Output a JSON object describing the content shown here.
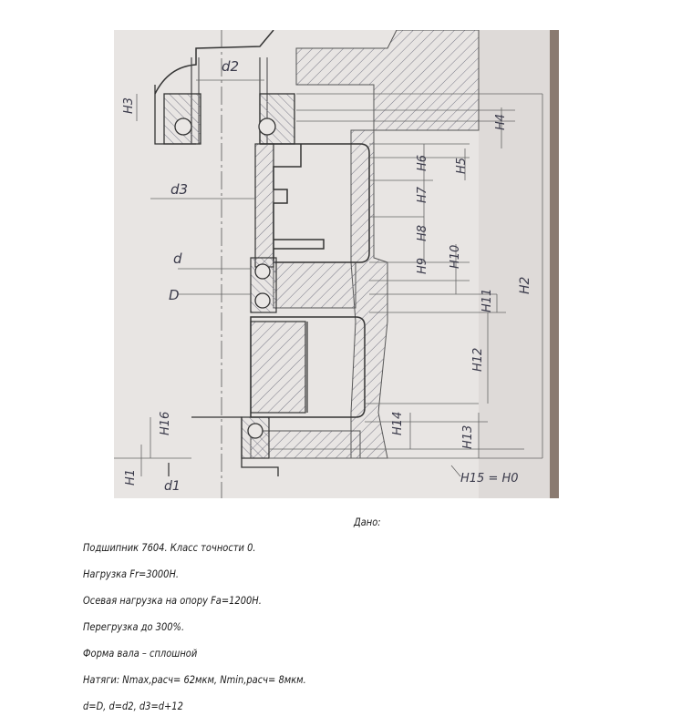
{
  "drawing": {
    "labels": {
      "d2": "d2",
      "H3": "H3",
      "H4": "H4",
      "H5": "H5",
      "H6": "H6",
      "H7": "H7",
      "H8": "H8",
      "H9": "H9",
      "H10": "H10",
      "H11": "H11",
      "H12": "H12",
      "H13": "H13",
      "H14": "H14",
      "H16": "H16",
      "H1": "H1",
      "H2": "H2",
      "d3": "d3",
      "d": "d",
      "D": "D",
      "d1": "d1",
      "H15": "H15 = H0"
    }
  },
  "given": {
    "title": "Дано:",
    "lines": [
      "Подшипник 7604. Класс точности 0.",
      "Нагрузка Fr=3000Н.",
      "Осевая нагрузка на опору Fa=1200Н.",
      "Перегрузка до 300%.",
      "Форма вала – сплошной",
      "Натяги: Nmax,расч= 62мкм, Nmin,расч= 8мкм.",
      "d=D, d=d2, d3=d+12"
    ]
  }
}
